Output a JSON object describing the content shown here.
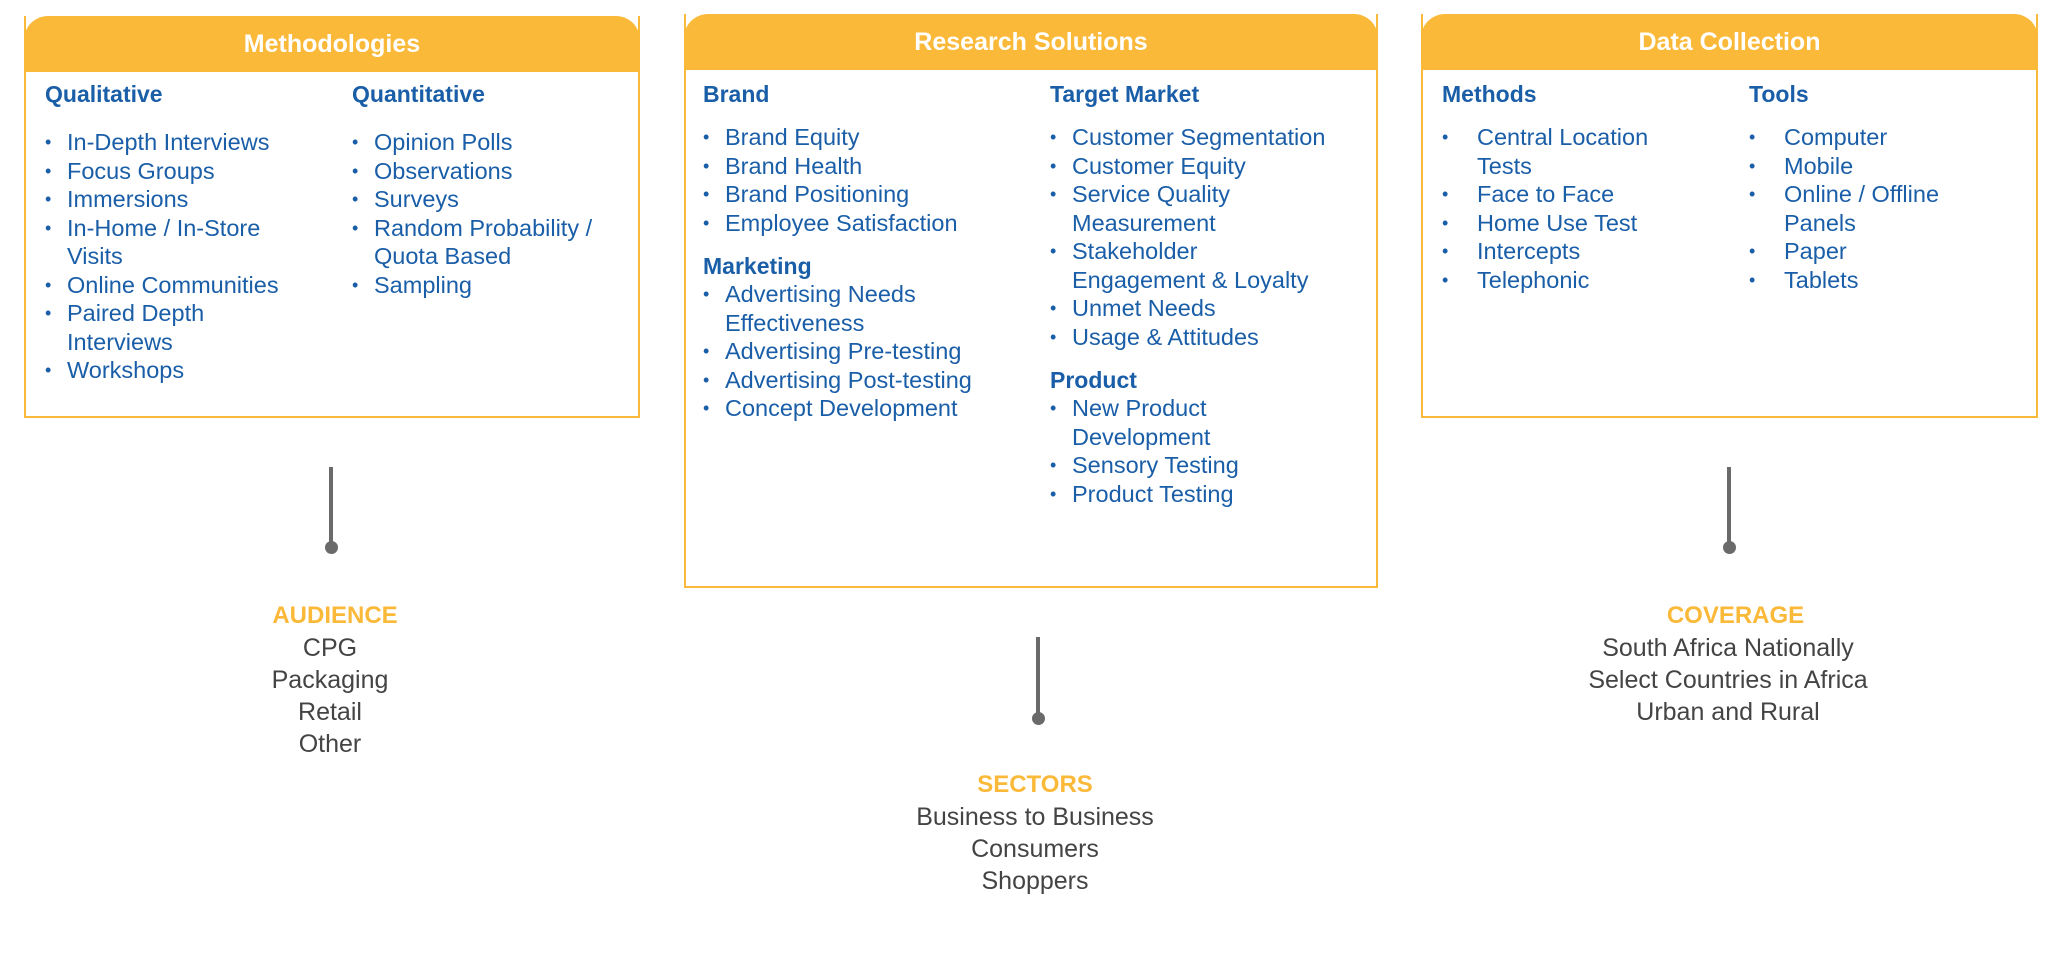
{
  "colors": {
    "accent": "#fbb93a",
    "heading_blue": "#1a5ea8",
    "body_gray": "#444444",
    "connector_gray": "#6a6a6a"
  },
  "methodologies": {
    "title": "Methodologies",
    "qualitative": {
      "title": "Qualitative",
      "items": [
        "In-Depth Interviews",
        "Focus Groups",
        "Immersions",
        "In-Home / In-Store\nVisits",
        "Online Communities",
        "Paired Depth\nInterviews",
        "Workshops"
      ]
    },
    "quantitative": {
      "title": "Quantitative",
      "items": [
        "Opinion Polls",
        "Observations",
        "Surveys",
        "Random Probability /\nQuota Based",
        "Sampling"
      ]
    }
  },
  "research_solutions": {
    "title": "Research Solutions",
    "brand": {
      "title": "Brand",
      "items": [
        "Brand Equity",
        "Brand Health",
        "Brand Positioning",
        "Employee Satisfaction"
      ]
    },
    "marketing": {
      "title": "Marketing",
      "items": [
        "Advertising Needs\nEffectiveness",
        "Advertising Pre-testing",
        "Advertising Post-testing",
        "Concept Development"
      ]
    },
    "target_market": {
      "title": "Target Market",
      "items": [
        "Customer Segmentation",
        "Customer Equity",
        "Service Quality\nMeasurement",
        "Stakeholder\nEngagement & Loyalty",
        "Unmet Needs",
        "Usage & Attitudes"
      ]
    },
    "product": {
      "title": "Product",
      "items": [
        "New Product\nDevelopment",
        "Sensory Testing",
        "Product Testing"
      ]
    }
  },
  "data_collection": {
    "title": "Data Collection",
    "methods": {
      "title": "Methods",
      "items": [
        "Central Location\nTests",
        "Face to Face",
        "Home Use Test",
        "Intercepts",
        "Telephonic"
      ]
    },
    "tools": {
      "title": "Tools",
      "items": [
        "Computer",
        "Mobile",
        "Online / Offline\nPanels",
        "Paper",
        "Tablets"
      ]
    }
  },
  "audience": {
    "title": "AUDIENCE",
    "lines": [
      "CPG",
      "Packaging",
      "Retail",
      "Other"
    ]
  },
  "sectors": {
    "title": "SECTORS",
    "lines": [
      "Business to Business",
      "Consumers",
      "Shoppers"
    ]
  },
  "coverage": {
    "title": "COVERAGE",
    "lines": [
      "South Africa Nationally",
      "Select Countries in Africa",
      "Urban and Rural"
    ]
  }
}
